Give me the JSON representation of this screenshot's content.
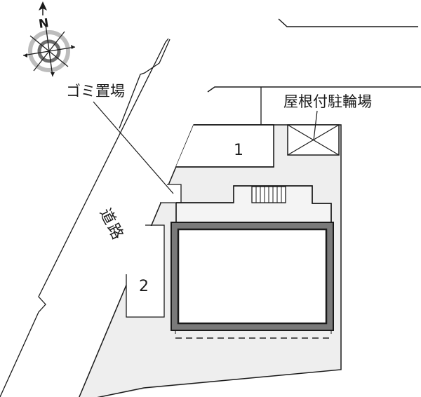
{
  "diagram": {
    "type": "site-plan",
    "compass": {
      "icon": "compass-icon",
      "north_label": "N"
    },
    "labels": {
      "garbage_area": "ゴミ置場",
      "covered_bicycle_parking": "屋根付駐輪場",
      "road": "道路"
    },
    "parking_spaces": [
      {
        "number": "1"
      },
      {
        "number": "2"
      }
    ],
    "colors": {
      "site_fill": "#eeeeee",
      "line": "#1a1a1a",
      "building_wall": "#7a7a7a",
      "compass_outer": "#b8b8b8",
      "compass_inner": "#6e6e6e"
    }
  }
}
